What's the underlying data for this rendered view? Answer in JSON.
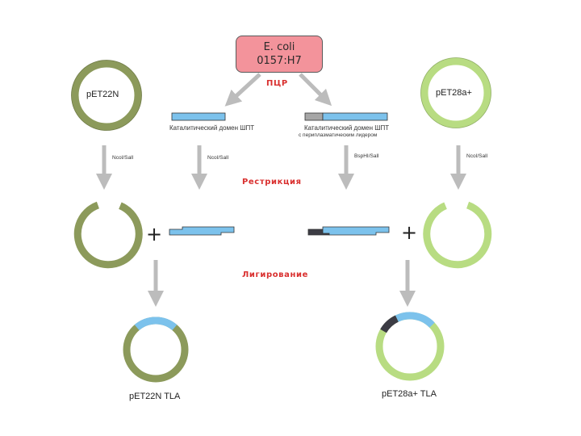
{
  "source": {
    "line1": "E. coli",
    "line2": "0157:H7"
  },
  "steps": {
    "pcr": "ПЦР",
    "restriction": "Рестрикция",
    "ligation": "Лигирование"
  },
  "plasmids": {
    "left": "pET22N",
    "right": "pET28a+",
    "left_result": "pET22N TLA",
    "right_result": "pET28a+ TLA"
  },
  "fragments": {
    "left": "Каталитический домен ШПТ",
    "right_line1": "Каталитический домен ШПТ",
    "right_line2": "с периплазматическим лидером"
  },
  "enzymes": {
    "far_left": "NcoI/SalI",
    "mid_left": "NcoI/SalI",
    "mid_right": "BspHI/SalI",
    "far_right": "NcoI/SalI"
  },
  "plus_sign": "+",
  "colors": {
    "dark_green": "#8c9a5b",
    "light_green": "#b8dc82",
    "blue": "#7cc2ec",
    "leader_gray": "#a6a6a6",
    "leader_dark": "#3c3c44",
    "box_pink": "#f3939b",
    "step_red": "#d9302f",
    "arrow_gray": "#bcbcbc"
  }
}
